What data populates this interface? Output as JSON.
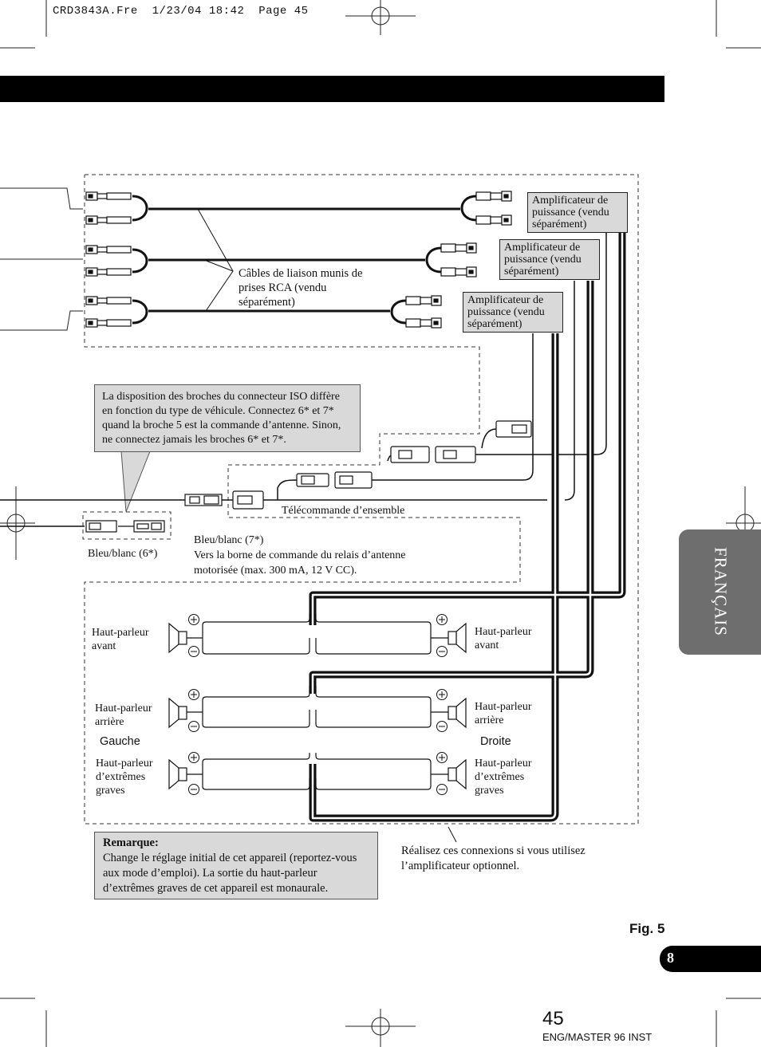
{
  "header": {
    "slug": "CRD3843A.Fre",
    "date": "1/23/04",
    "time": "18:42",
    "page_word": "Page",
    "page_num": "45"
  },
  "amplifiers": [
    "Amplificateur de puissance (vendu séparément)",
    "Amplificateur de puissance (vendu séparément)",
    "Amplificateur de puissance (vendu séparément)"
  ],
  "labels": {
    "rca_cables": "Câbles de liaison munis de prises RCA (vendu séparément)",
    "iso_note": "La disposition des broches du connecteur ISO diffère en fonction du type de véhicule. Connectez 6* et 7* quand la broche 5 est la commande d’antenne. Sinon, ne connectez jamais les broches 6* et 7*.",
    "remote": "Télécommande d’ensemble",
    "blue_white_6": "Bleu/blanc (6*)",
    "blue_white_7_title": "Bleu/blanc (7*)",
    "blue_white_7_line1": "Vers la borne de commande du relais d’antenne",
    "blue_white_7_line2": "motorisée (max. 300 mA, 12 V CC).",
    "left": "Gauche",
    "right": "Droite",
    "optional_amp_line1": "Réalisez ces connexions si vous utilisez",
    "optional_amp_line2": "l’amplificateur optionnel."
  },
  "speakers": {
    "front_1": "Haut-parleur",
    "front_2": "avant",
    "rear_1": "Haut-parleur",
    "rear_2": "arrière",
    "sub_1": "Haut-parleur",
    "sub_2": "d’extrêmes",
    "sub_3": "graves"
  },
  "note": {
    "title": "Remarque:",
    "text": "Change le réglage initial de cet appareil (reportez-vous aux mode d’emploi). La sortie du haut-parleur d’extrêmes graves de cet appareil est monaurale."
  },
  "side_tab": "FRANÇAIS",
  "fig": "Fig. 5",
  "section_num": "8",
  "page_number": "45",
  "footer_code": "ENG/MASTER 96 INST"
}
